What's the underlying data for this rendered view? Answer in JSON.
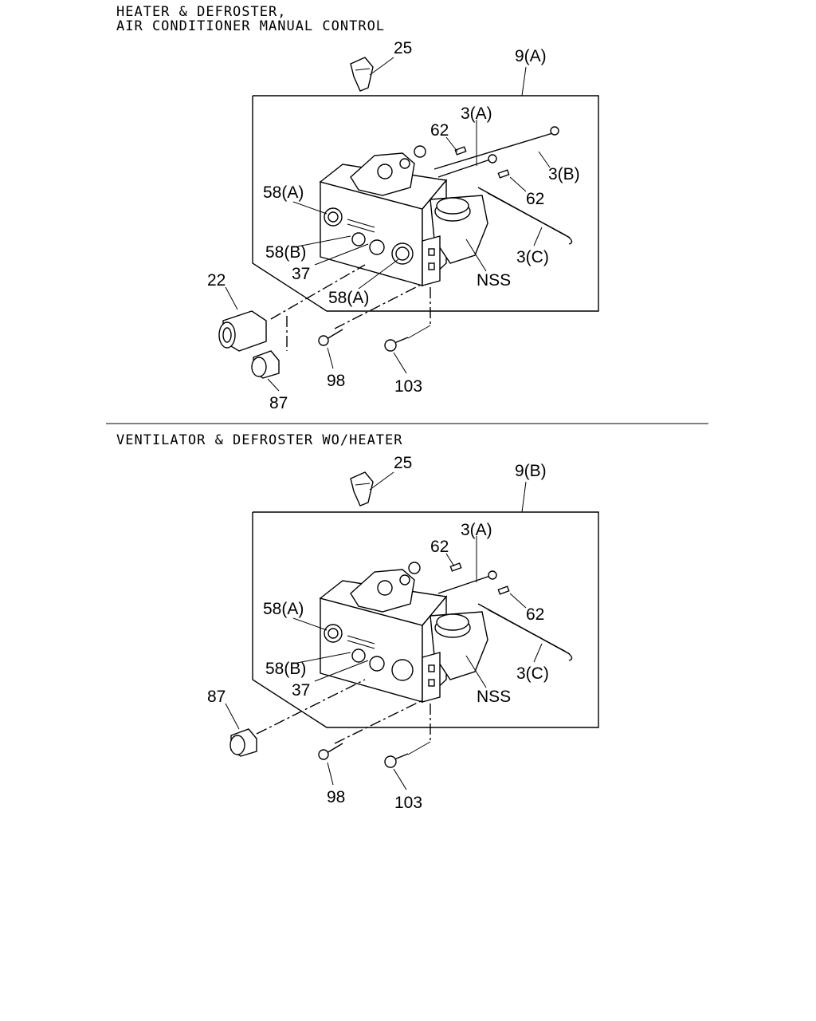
{
  "section1": {
    "title_line1": "HEATER & DEFROSTER,",
    "title_line2": "AIR CONDITIONER MANUAL CONTROL",
    "labels": {
      "p25": "25",
      "p9": "9(A)",
      "p3a": "3(A)",
      "p62a": "62",
      "p3b": "3(B)",
      "p62b": "62",
      "p58a_top": "58(A)",
      "p58b": "58(B)",
      "p37": "37",
      "p58a_bottom": "58(A)",
      "pnss": "NSS",
      "p3c": "3(C)",
      "p22": "22",
      "p87": "87",
      "p98": "98",
      "p103": "103"
    }
  },
  "section2": {
    "title": "VENTILATOR & DEFROSTER WO/HEATER",
    "labels": {
      "p25": "25",
      "p9": "9(B)",
      "p3a": "3(A)",
      "p62a": "62",
      "p62b": "62",
      "p58a": "58(A)",
      "p58b": "58(B)",
      "p37": "37",
      "pnss": "NSS",
      "p3c": "3(C)",
      "p87": "87",
      "p98": "98",
      "p103": "103"
    }
  }
}
